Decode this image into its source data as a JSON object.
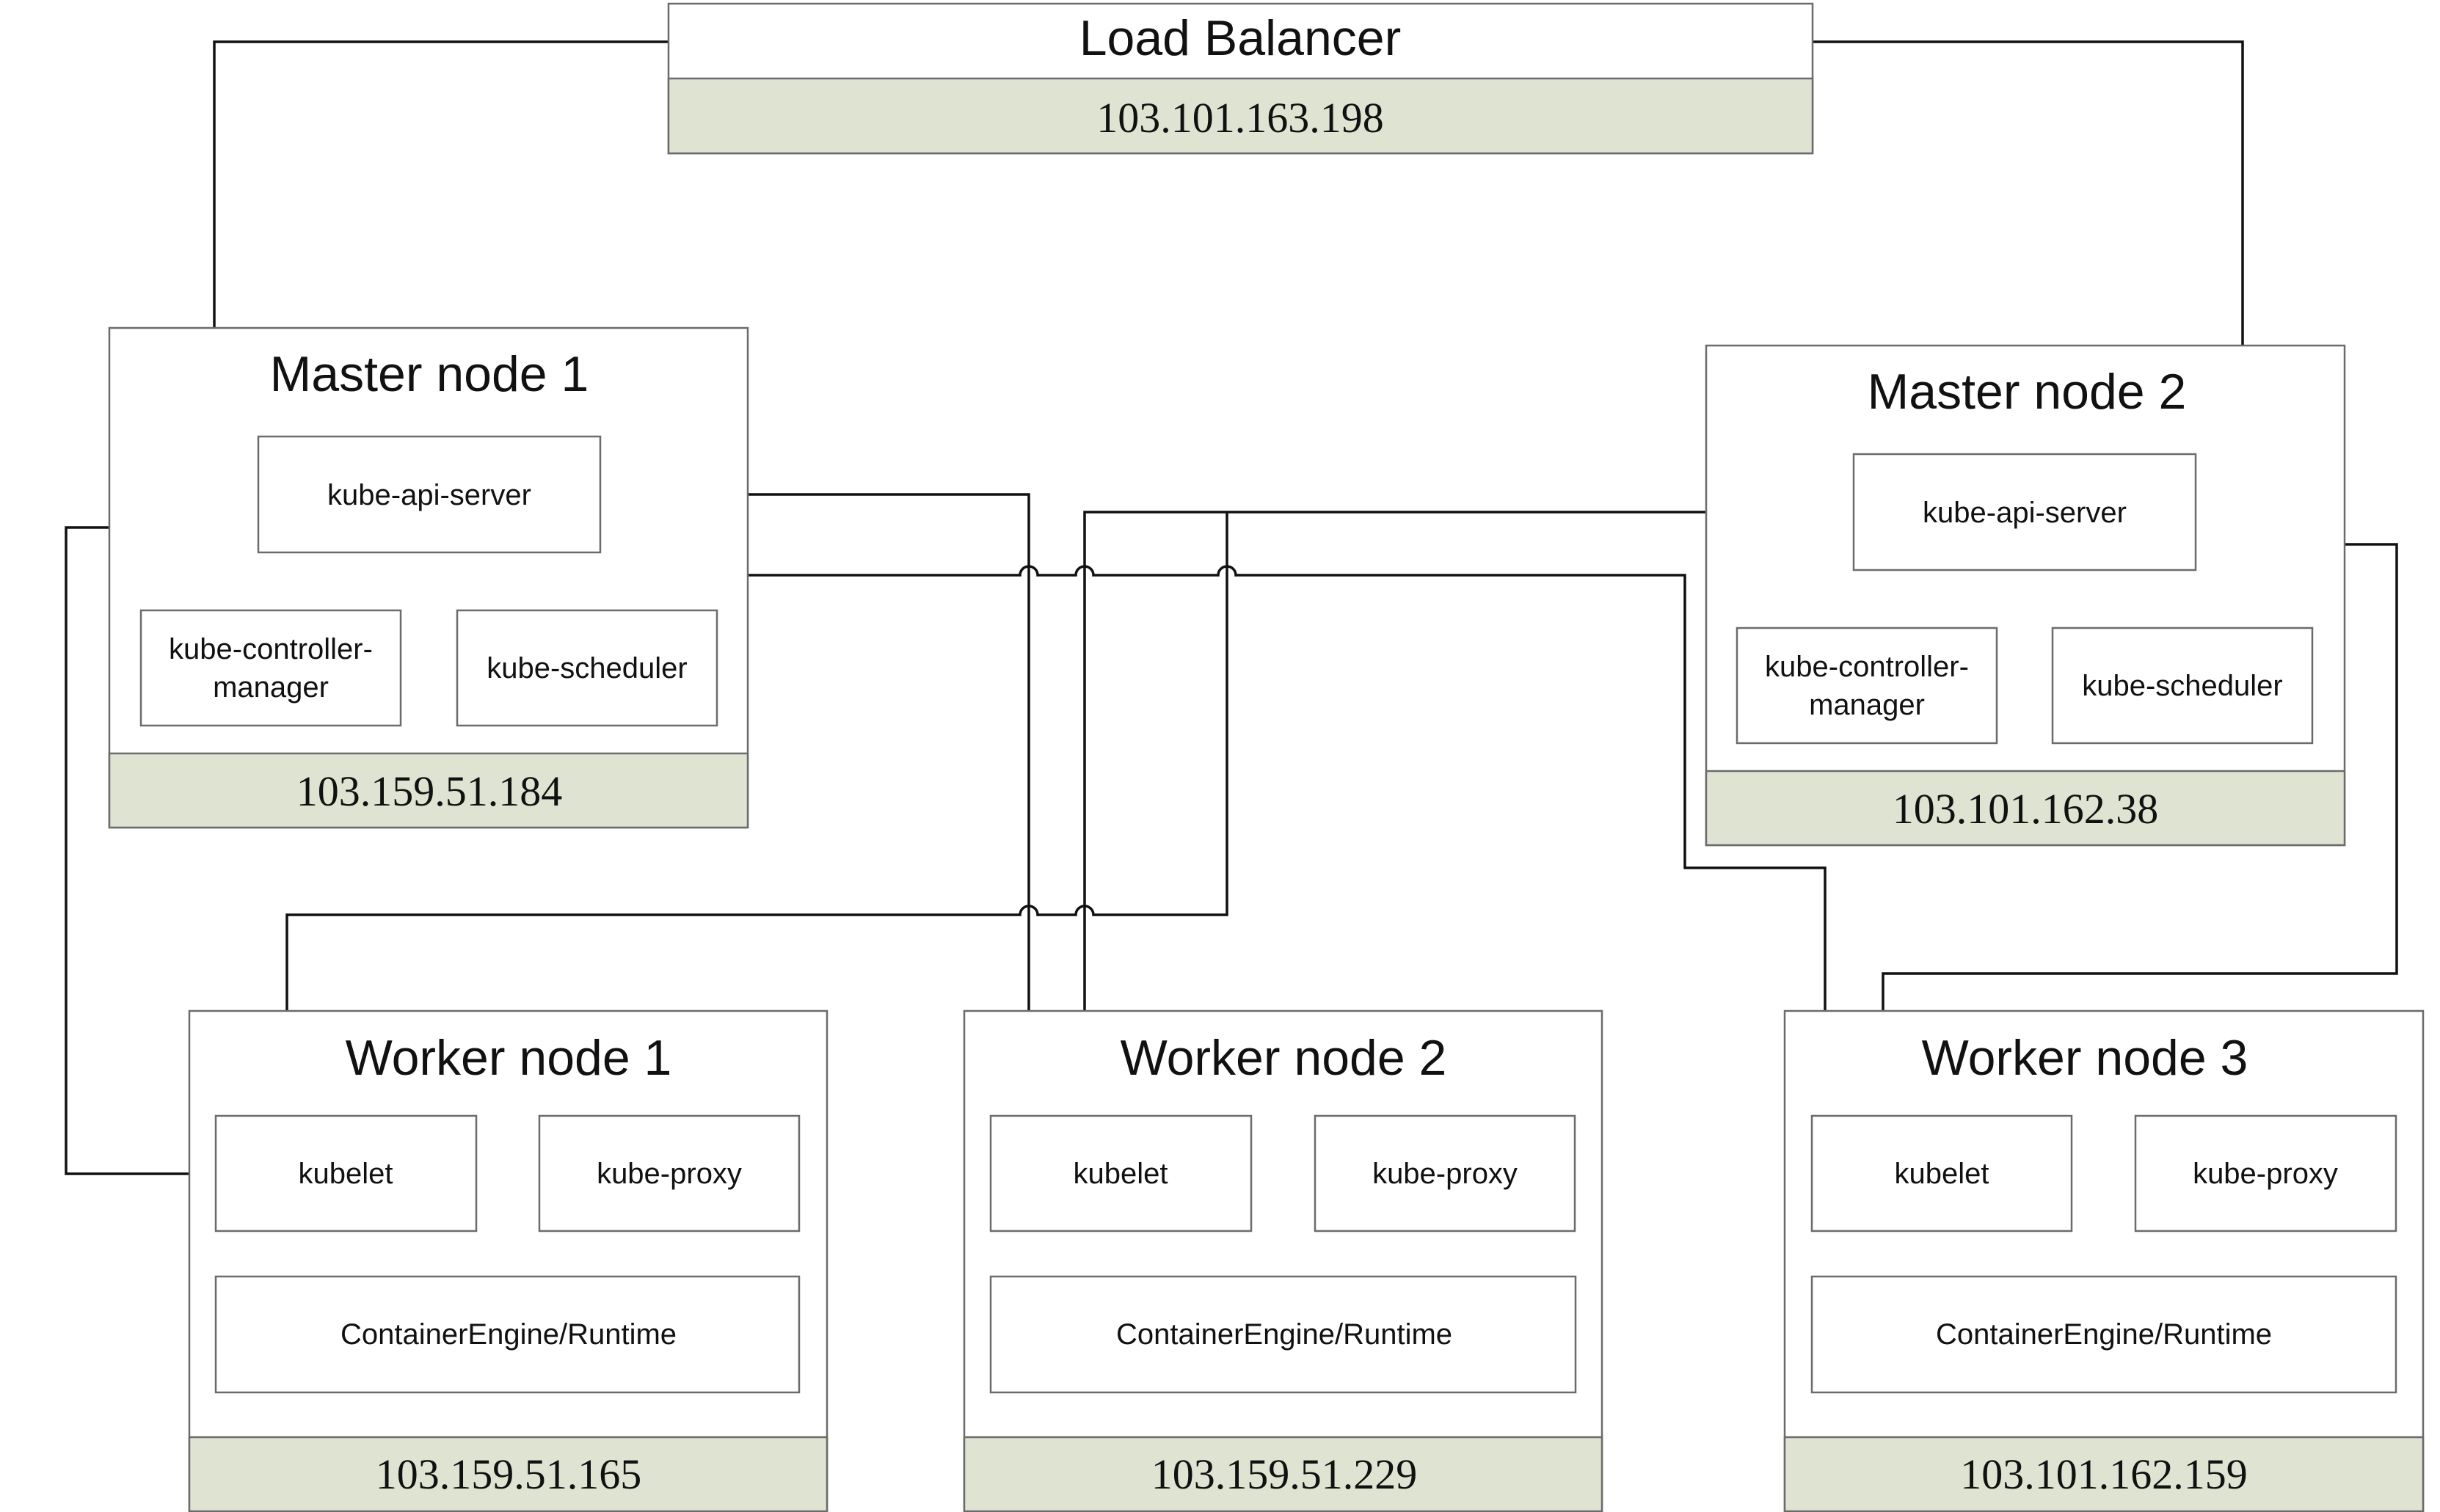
{
  "colors": {
    "ip_band": "#dfe3d2",
    "border": "#6b6b6b",
    "wire": "#111111"
  },
  "load_balancer": {
    "title": "Load Balancer",
    "ip": "103.101.163.198"
  },
  "master1": {
    "title": "Master node 1",
    "api_server": "kube-api-server",
    "controller_manager_line1": "kube-controller-",
    "controller_manager_line2": "manager",
    "scheduler": "kube-scheduler",
    "ip": "103.159.51.184"
  },
  "master2": {
    "title": "Master node 2",
    "api_server": "kube-api-server",
    "controller_manager_line1": "kube-controller-",
    "controller_manager_line2": "manager",
    "scheduler": "kube-scheduler",
    "ip": "103.101.162.38"
  },
  "worker1": {
    "title": "Worker node 1",
    "kubelet": "kubelet",
    "kube_proxy": "kube-proxy",
    "runtime": "ContainerEngine/Runtime",
    "ip": "103.159.51.165"
  },
  "worker2": {
    "title": "Worker node 2",
    "kubelet": "kubelet",
    "kube_proxy": "kube-proxy",
    "runtime": "ContainerEngine/Runtime",
    "ip": "103.159.51.229"
  },
  "worker3": {
    "title": "Worker node 3",
    "kubelet": "kubelet",
    "kube_proxy": "kube-proxy",
    "runtime": "ContainerEngine/Runtime",
    "ip": "103.101.162.159"
  }
}
